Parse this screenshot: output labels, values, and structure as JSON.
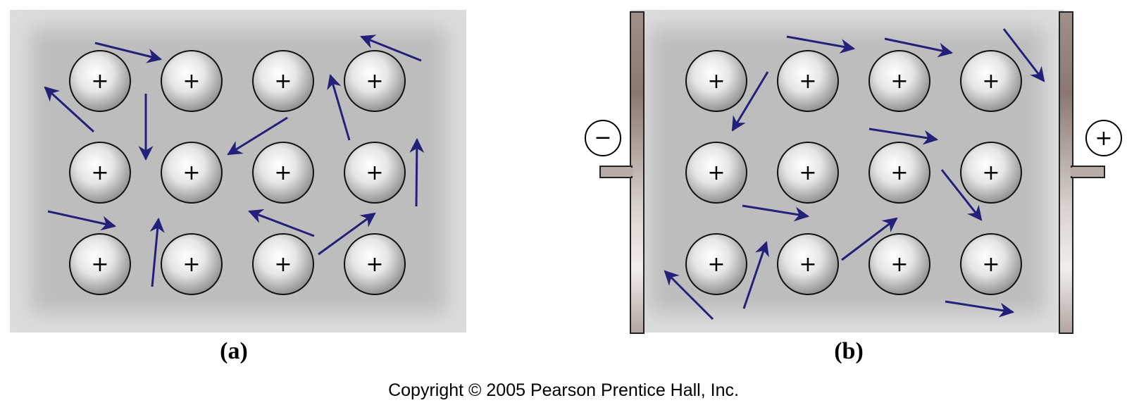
{
  "panels": [
    {
      "id": "a",
      "label": "(a)"
    },
    {
      "id": "b",
      "label": "(b)"
    }
  ],
  "ion_symbol": "+",
  "terminals": {
    "negative": "−",
    "positive": "+"
  },
  "copyright": "Copyright © 2005 Pearson Prentice Hall, Inc.",
  "colors": {
    "arrow": "#24207a",
    "box_fill": "#c3c3c3",
    "plate": "#9a8a84",
    "ion_edge": "#111111"
  }
}
